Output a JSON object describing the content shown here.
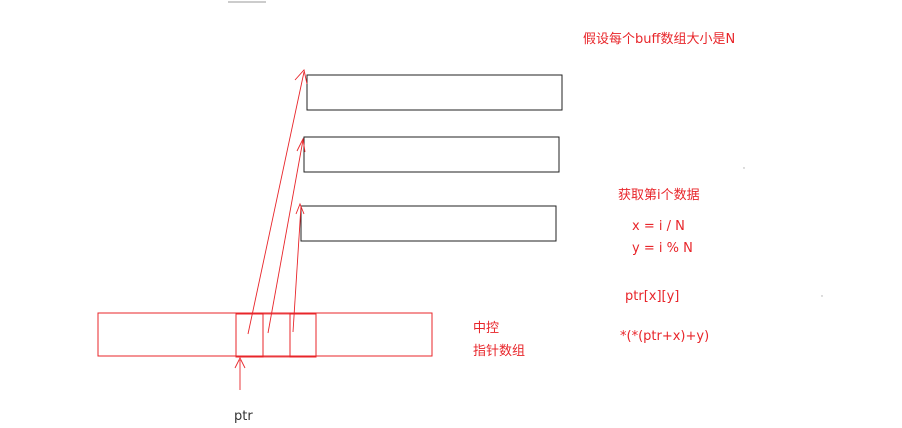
{
  "labels": {
    "buff_size_note": "假设每个buff数组大小是N",
    "get_ith": "获取第i个数据",
    "x_formula": "x = i / N",
    "y_formula": "y = i % N",
    "ptr_index": "ptr[x][y]",
    "deref_expr": "*(*(ptr+x)+y)",
    "center_control": "中控",
    "pointer_array": "指针数组",
    "ptr": "ptr"
  },
  "colors": {
    "accent": "#e8252a",
    "buffer_border": "#222222"
  }
}
